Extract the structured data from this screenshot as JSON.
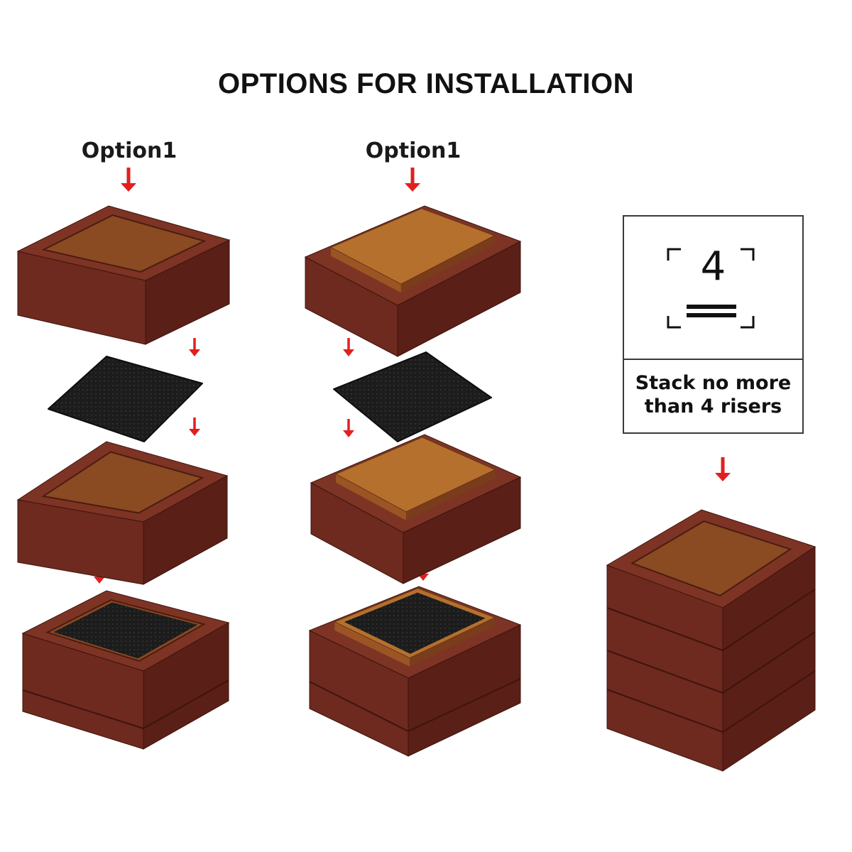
{
  "title": "OPTIONS FOR INSTALLATION",
  "options": [
    {
      "label": "Option1"
    },
    {
      "label": "Option1"
    }
  ],
  "stack_limit": {
    "number": "4",
    "line1": "Stack no more",
    "line2": "than 4 risers"
  },
  "colors": {
    "wood_dark": "#5a1f17",
    "wood_mid": "#6e2a1f",
    "wood_light": "#7d3424",
    "inner_recess": "#8a4a22",
    "pad_top": "#b5702e",
    "rubber_pad": "#1c1c1c",
    "arrow": "#e02020"
  }
}
